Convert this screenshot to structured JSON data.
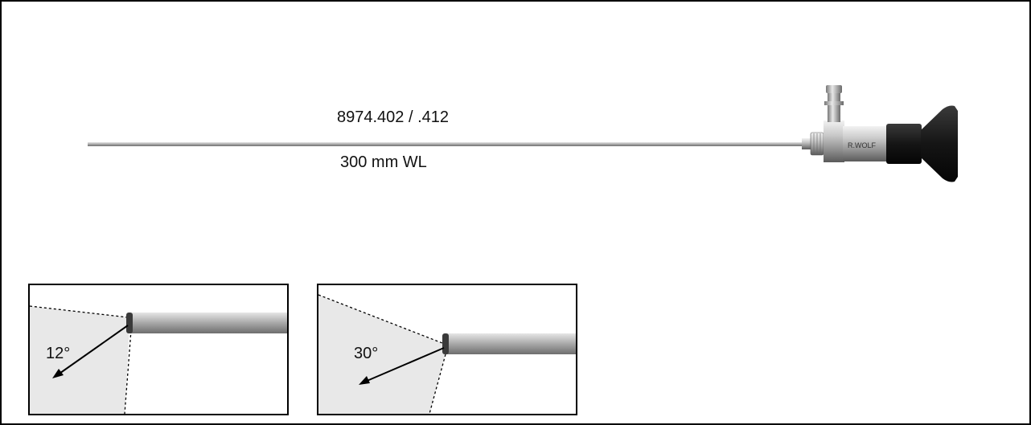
{
  "instrument": {
    "model_number": "8974.402 / .412",
    "working_length": "300 mm WL"
  },
  "tip_views": [
    {
      "angle_label": "12°",
      "view_angle_deg": 12
    },
    {
      "angle_label": "30°",
      "view_angle_deg": 30
    }
  ],
  "colors": {
    "border": "#000000",
    "inset_background": "#e8e8e8",
    "shaft": "#b8b8b8",
    "eyepiece": "#1a1a1a"
  }
}
